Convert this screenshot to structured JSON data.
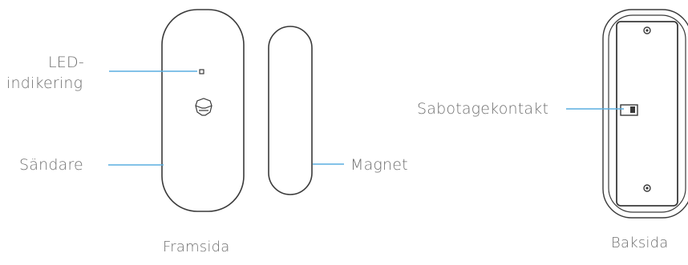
{
  "labels": {
    "led_line1": "LED-",
    "led_line2": "indikering",
    "transmitter": "Sändare",
    "magnet": "Magnet",
    "tamper": "Sabotagekontakt"
  },
  "captions": {
    "front": "Framsida",
    "back": "Baksida"
  },
  "colors": {
    "leader_line": "#5aaee0",
    "outline": "#3a3a3a",
    "text": "#6f6f6f"
  }
}
